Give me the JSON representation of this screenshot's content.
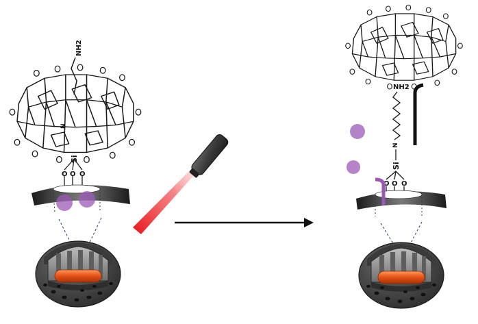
{
  "labels": {
    "left_amine": "NH2",
    "left_si": "Si",
    "left_o1": "O",
    "left_o2": "O",
    "left_o3": "O",
    "left_n": "N",
    "right_amine": "NH2",
    "right_n": "N",
    "right_si": "Si",
    "right_o1": "O",
    "right_o2": "O",
    "right_o3": "O"
  },
  "colors": {
    "laser_beam": "#e8151b",
    "cargo": "#9b59b6",
    "nanorod": "#e8541a",
    "shell": "#4a4a4a",
    "pore_interior": "#8c8c8c"
  },
  "icons": [
    "laser-pointer-icon",
    "arrow-right-icon",
    "nanoparticle-icon",
    "cucurbituril-icon"
  ]
}
